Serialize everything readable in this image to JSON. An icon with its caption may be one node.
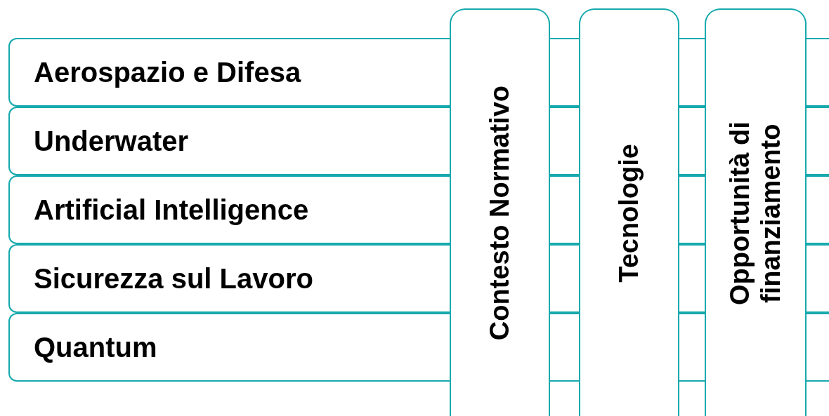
{
  "diagram": {
    "nodes": [
      {
        "text": [
          "Aerospazio e Difesa"
        ]
      },
      {
        "text": [
          "Underwater"
        ]
      },
      {
        "text": [
          "Artificial Intelligence"
        ]
      },
      {
        "text": [
          "Sicurezza sul Lavoro"
        ]
      },
      {
        "text": [
          "Quantum"
        ]
      },
      {
        "text": [
          "Contesto Normativo"
        ]
      },
      {
        "text": [
          "Tecnologie"
        ]
      },
      {
        "text": [
          "Opportunità di finanziamento"
        ]
      }
    ]
  }
}
